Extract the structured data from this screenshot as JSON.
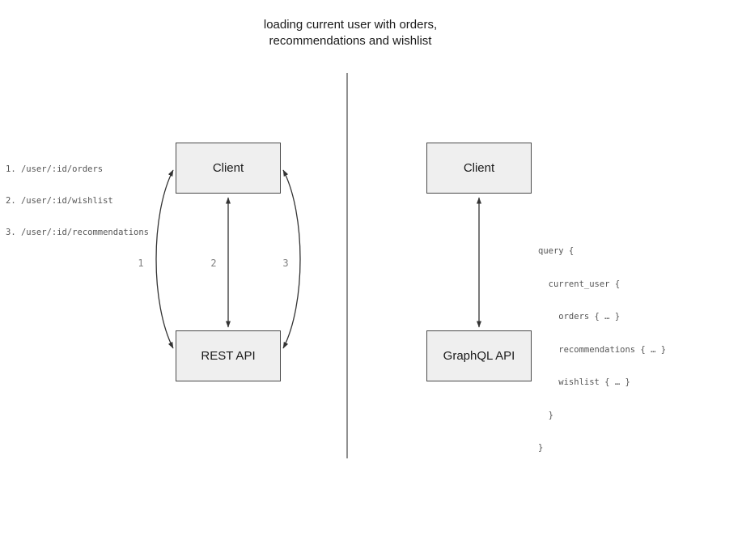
{
  "title": {
    "line1": "loading current user with orders,",
    "line2": "recommendations and wishlist"
  },
  "left_panel": {
    "endpoints": [
      "1. /user/:id/orders",
      "2. /user/:id/wishlist",
      "3. /user/:id/recommendations"
    ],
    "client_label": "Client",
    "api_label": "REST API",
    "arrow_labels": [
      "1",
      "2",
      "3"
    ]
  },
  "right_panel": {
    "client_label": "Client",
    "api_label": "GraphQL API",
    "query_lines": [
      "query {",
      "  current_user {",
      "    orders { … }",
      "    recommendations { … }",
      "    wishlist { … }",
      "  }",
      "}"
    ]
  },
  "colors": {
    "box_fill": "#efefef",
    "box_border": "#4a4a4a",
    "arrow": "#333333",
    "arrow_label": "#808080",
    "code_text": "#555555",
    "divider": "#555555"
  }
}
